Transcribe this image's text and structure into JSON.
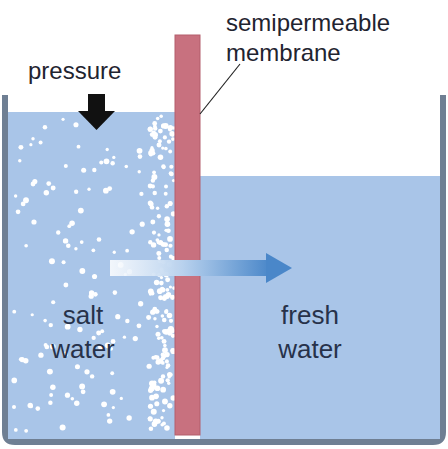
{
  "diagram": {
    "nodes": [
      {
        "text": [
          "salt water"
        ]
      },
      {
        "text": [
          "fresh water"
        ]
      }
    ],
    "edges": [
      {
        "from": 0,
        "to": 1,
        "arrow": "to"
      }
    ],
    "labels": [
      "pressure",
      "semipermeable membrane"
    ]
  }
}
